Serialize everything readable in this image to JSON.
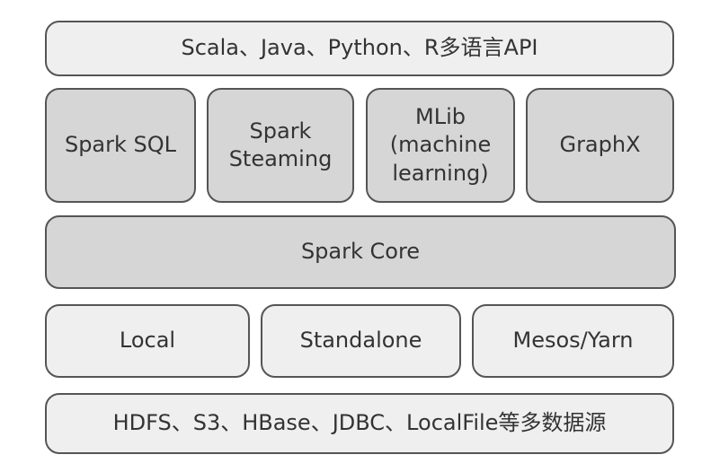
{
  "diagram": {
    "languages": "Scala、Java、Python、R多语言API",
    "modules": [
      {
        "label": "Spark SQL"
      },
      {
        "label": "Spark\nSteaming"
      },
      {
        "label": "MLib\n(machine\nlearning)"
      },
      {
        "label": "GraphX"
      }
    ],
    "core": "Spark Core",
    "deploy": [
      {
        "label": "Local"
      },
      {
        "label": "Standalone"
      },
      {
        "label": "Mesos/Yarn"
      }
    ],
    "datasources": "HDFS、S3、HBase、JDBC、LocalFile等多数据源"
  }
}
